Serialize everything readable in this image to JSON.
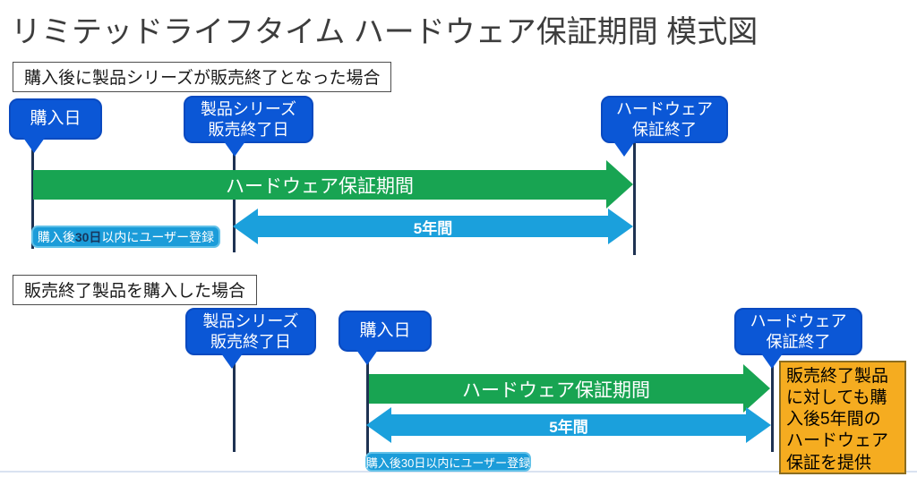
{
  "title": "リミテッドライフタイム ハードウェア保証期間 模式図",
  "colors": {
    "callout_blue": "#0b57d6",
    "timeline_navy": "#1e3252",
    "warranty_green": "#18a452",
    "duration_blue": "#1ba0dc",
    "note_blue": "#1b9cd9",
    "side_note_orange": "#f5ac20"
  },
  "sections": [
    {
      "header": "購入後に製品シリーズが販売終了となった場合",
      "callouts": {
        "purchase": "購入日",
        "eol": "製品シリーズ\n販売終了日",
        "warranty_end": "ハードウェア\n保証終了"
      },
      "warranty_arrow_label": "ハードウェア保証期間",
      "duration_arrow_label": "5年間",
      "registration_note": {
        "prefix": "購入後",
        "bold": "30日",
        "suffix": "以内にユーザー登録"
      }
    },
    {
      "header": "販売終了製品を購入した場合",
      "callouts": {
        "eol": "製品シリーズ\n販売終了日",
        "purchase": "購入日",
        "warranty_end": "ハードウェア\n保証終了"
      },
      "warranty_arrow_label": "ハードウェア保証期間",
      "duration_arrow_label": "5年間",
      "registration_note": "購入後30日以内にユーザー登録",
      "side_note": "販売終了製品\nに対しても購\n入後5年間の\nハードウェア\n保証を提供"
    }
  ]
}
